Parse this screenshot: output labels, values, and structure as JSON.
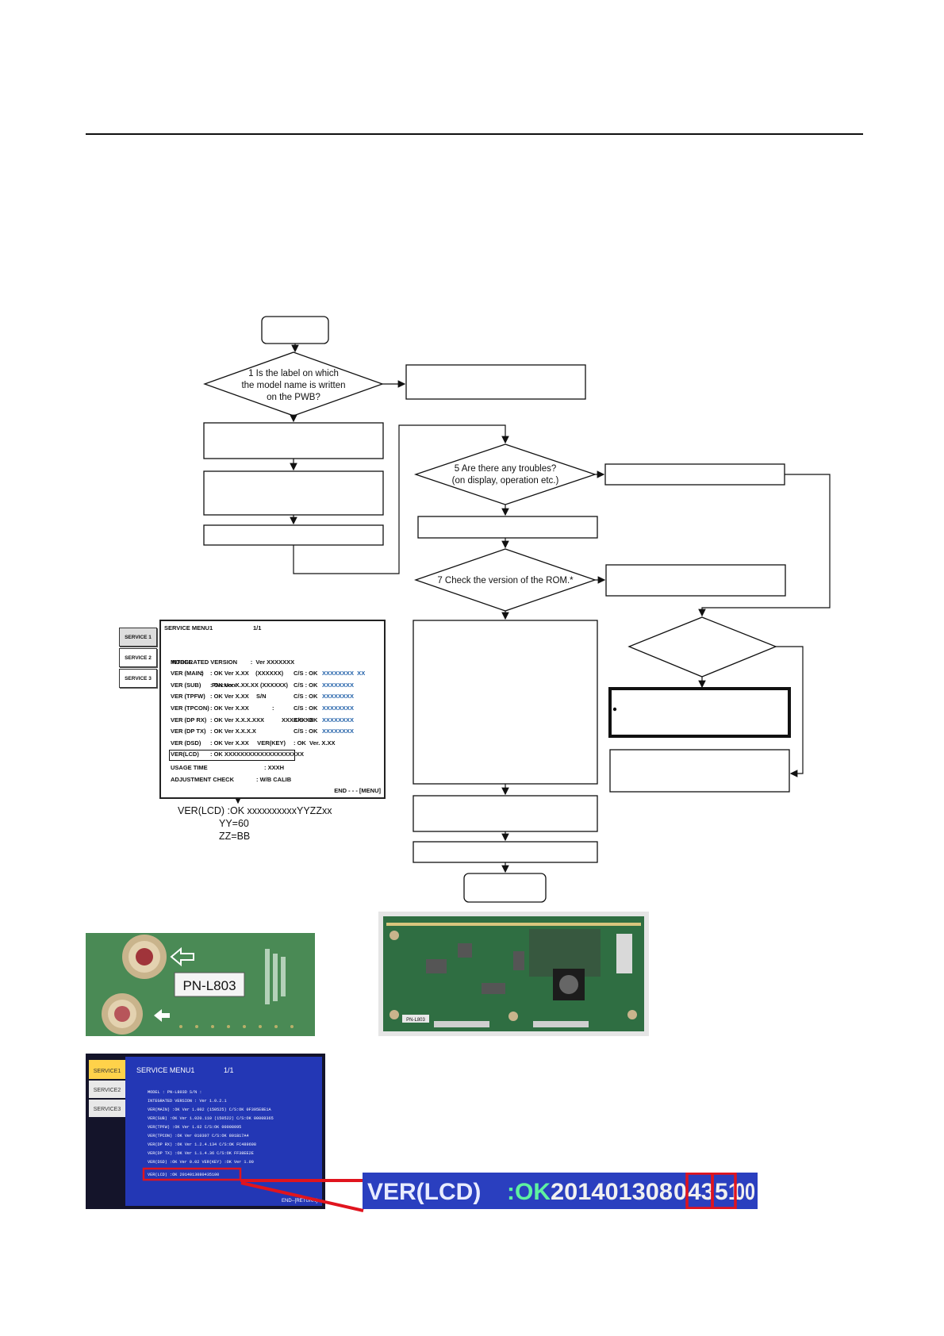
{
  "flowchart": {
    "q1": [
      "1 Is the label on which",
      "the model name is written",
      "on the PWB?"
    ],
    "q5": [
      "5 Are there any troubles?",
      "(on display, operation etc.)"
    ],
    "q7": "7 Check the version of the ROM.*"
  },
  "service_menu": {
    "tabs": [
      "SERVICE 1",
      "SERVICE 2",
      "SERVICE 3"
    ],
    "title": "SERVICE MENU1",
    "page": "1/1",
    "model_row": [
      "MODEL",
      ":",
      "PNxxxxx",
      "S/N",
      ":",
      "XXXXXXXX"
    ],
    "integrated": "INTEGRATED VERSION        :  Ver XXXXXXX",
    "rows": [
      {
        "c1": "VER (MAIN)",
        "c2": ": OK Ver X.XX    (XXXXXX)",
        "c3": "C/S : OK",
        "c4": "XXXXXXXX  XX"
      },
      {
        "c1": "VER (SUB)",
        "c2": ": OK Ver X.XX.XX (XXXXXX)",
        "c3": "C/S : OK",
        "c4": "XXXXXXXX"
      },
      {
        "c1": "VER (TPFW)",
        "c2": ": OK Ver X.XX",
        "c3": "C/S : OK",
        "c4": "XXXXXXXX"
      },
      {
        "c1": "VER (TPCON)",
        "c2": ": OK Ver X.XX",
        "c3": "C/S : OK",
        "c4": "XXXXXXXX"
      },
      {
        "c1": "VER (DP RX)",
        "c2": ": OK Ver X.X.X.XXX",
        "c3": "C/S : OK",
        "c4": "XXXXXXXX"
      },
      {
        "c1": "VER (DP TX)",
        "c2": ": OK Ver X.X.X.X",
        "c3": "C/S : OK",
        "c4": "XXXXXXXX"
      },
      {
        "c1": "VER (DSD)",
        "c2": ": OK Ver X.XX     VER(KEY)",
        "c3": ": OK  Ver. X.XX",
        "c4": ""
      },
      {
        "c1": "VER(LCD)",
        "c2": ": OK XXXXXXXXXXXXXXXXXXXX",
        "c3": "",
        "c4": ""
      }
    ],
    "usage_label": "USAGE TIME",
    "usage_value": ":   XXXH",
    "adjust_label": "ADJUSTMENT CHECK",
    "adjust_value": ":   W/B CALIB",
    "end": "END - - - [MENU]"
  },
  "ver_lcd_note": [
    "VER(LCD) :OK xxxxxxxxxxYYZZxx",
    "YY=60",
    "ZZ=BB"
  ],
  "photos": {
    "label_text": "PN-L803",
    "board_label": "PN-L803",
    "screen": {
      "tabs": [
        "SERVICE1",
        "SERVICE2",
        "SERVICE3"
      ],
      "title": "SERVICE MENU1",
      "page": "1/1",
      "lines": [
        "MODEL      : PN-L803D            S/N      :",
        "INTEGRATED VERSION        :  Ver 1.0.2.1",
        "VER(MAIN)  :OK Ver 1.002     (150525) C/S:OK   0F395E8E1A",
        "VER(SUB)   :OK Ver 1.020.110 (150522) C/S:OK   00008365",
        "VER(TPFW)  :OK Ver 1.02               C/S:OK   00008095",
        "VER(TPCON) :OK Ver 010307             C/S:OK   801B17A4",
        "VER(DP RX) :OK Ver 1.2.4.134          C/S:OK   FC489698",
        "VER(DP TX) :OK Ver 1.1.4.36           C/S:OK   FF38EE2E",
        "VER(DSD)   :OK Ver 0.02     VER(KEY)  :OK Ver 1.00",
        "VER(LCD)   :OK 2014013080435100"
      ],
      "end": "END--[RETURN]"
    },
    "zoom_label": "VER(LCD)",
    "zoom_ok": ":OK",
    "zoom_value_a": "201401308",
    "zoom_value_b": "0",
    "zoom_yy": "43",
    "zoom_zz": "51",
    "zoom_tail": "00"
  },
  "colors": {
    "highlight_red": "#e0141e",
    "screen_blue": "#2a3fbf",
    "menu_blue": "#1f5fa8",
    "pcb_green": "#3e7d4a"
  }
}
